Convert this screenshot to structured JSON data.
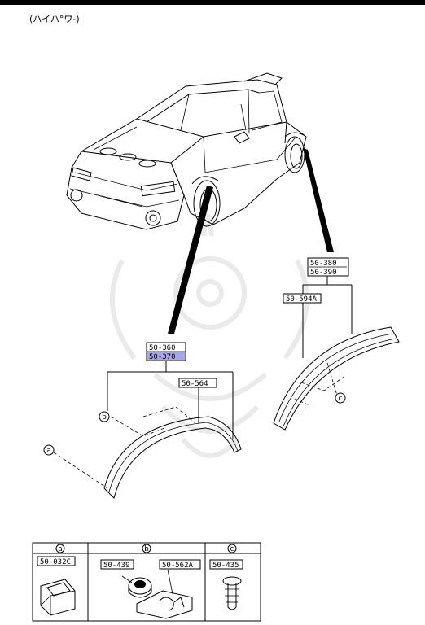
{
  "header": {
    "title": "(ハイハ°ワ-)"
  },
  "callouts": {
    "rear_top": "50-380",
    "rear_bottom": "50-390",
    "rear_sub": "50-594A",
    "front_top": "50-360",
    "front_bottom": "50-370",
    "front_sub": "50-564"
  },
  "markers": {
    "a": "a",
    "b": "b",
    "c": "c"
  },
  "legend": {
    "col_a": {
      "key": "a",
      "parts": [
        "50-032C"
      ]
    },
    "col_b": {
      "key": "b",
      "parts": [
        "50-439",
        "50-562A"
      ]
    },
    "col_c": {
      "key": "c",
      "parts": [
        "50-435"
      ]
    }
  },
  "colors": {
    "highlight": "#a9a4e6"
  }
}
